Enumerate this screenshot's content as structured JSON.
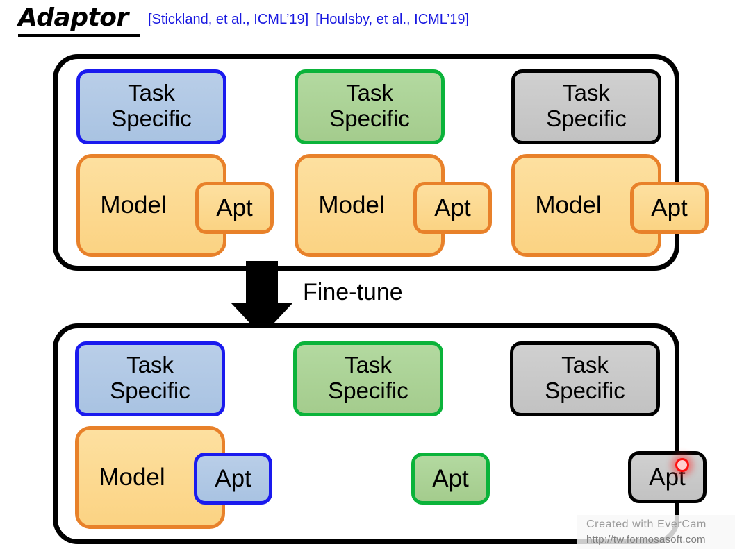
{
  "header": {
    "title": "Adaptor",
    "citation_1": "[Stickland, et al., ICML’19]",
    "citation_2": "[Houlsby, et al., ICML’19]",
    "citation_color": "#1818e0"
  },
  "transition": {
    "label": "Fine-tune",
    "arrow_icon": "down-arrow-icon"
  },
  "colors": {
    "blue_fill": "#aec6e8",
    "blue_border": "#1a1aee",
    "green_fill": "#a9d18e",
    "green_border": "#0bb33a",
    "gray_fill": "#c8c8c8",
    "gray_border": "#000000",
    "orange_fill": "#fcd98a",
    "orange_border": "#e8812a",
    "panel_border": "#000000",
    "cursor": "#ff1010"
  },
  "panel_before": {
    "name": "before-fine-tune",
    "columns": [
      {
        "theme": "blue",
        "task_label": "Task\nSpecific",
        "task_line1": "Task",
        "task_line2": "Specific",
        "model_label": "Model",
        "model_theme": "orange",
        "apt_label": "Apt",
        "apt_theme": "orange"
      },
      {
        "theme": "green",
        "task_line1": "Task",
        "task_line2": "Specific",
        "model_label": "Model",
        "model_theme": "orange",
        "apt_label": "Apt",
        "apt_theme": "orange"
      },
      {
        "theme": "gray",
        "task_line1": "Task",
        "task_line2": "Specific",
        "model_label": "Model",
        "model_theme": "orange",
        "apt_label": "Apt",
        "apt_theme": "orange"
      }
    ]
  },
  "panel_after": {
    "name": "after-fine-tune",
    "columns": [
      {
        "theme": "blue",
        "task_line1": "Task",
        "task_line2": "Specific",
        "model_label": "Model",
        "model_theme": "orange",
        "apt_label": "Apt",
        "apt_theme": "blue"
      },
      {
        "theme": "green",
        "task_line1": "Task",
        "task_line2": "Specific",
        "model_label": "",
        "apt_label": "Apt",
        "apt_theme": "green"
      },
      {
        "theme": "gray",
        "task_line1": "Task",
        "task_line2": "Specific",
        "model_label": "",
        "apt_label": "Apt",
        "apt_theme": "gray"
      }
    ]
  },
  "watermark": {
    "line1": "Created with EverCam",
    "line2": "http://tw.formosasoft.com"
  }
}
